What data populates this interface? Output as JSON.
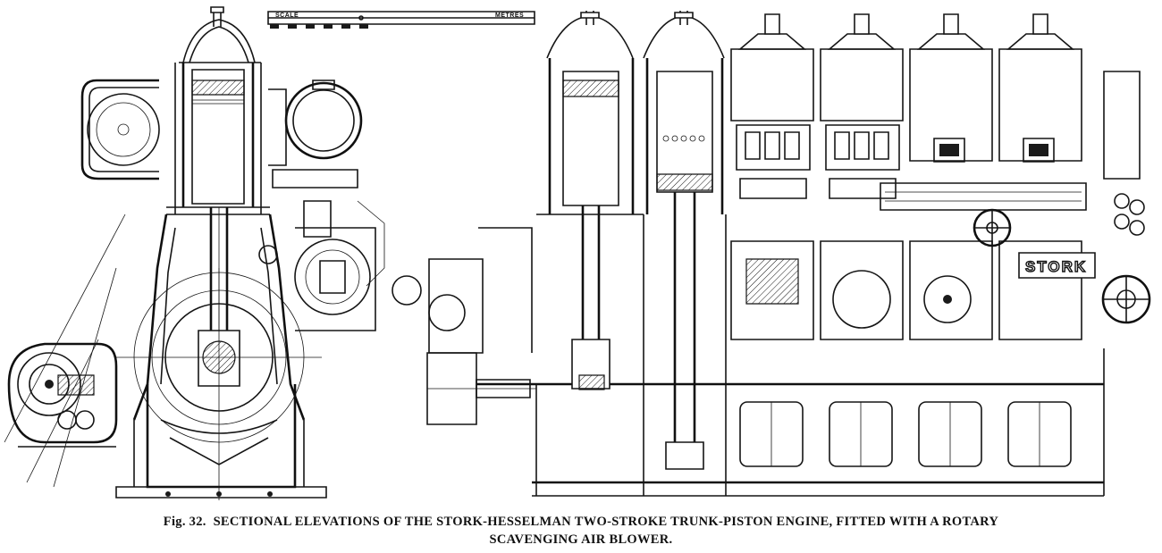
{
  "figure": {
    "number": "Fig. 32.",
    "caption_line1": "SECTIONAL ELEVATIONS OF THE STORK-HESSELMAN TWO-STROKE TRUNK-PISTON ENGINE, FITTED WITH A ROTARY",
    "caption_line2": "SCAVENGING AIR BLOWER."
  },
  "scale_bar": {
    "label_left": "SCALE",
    "label_right": "METRES"
  },
  "nameplate": {
    "text": "STORK"
  }
}
